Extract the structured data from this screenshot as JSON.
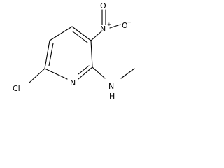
{
  "molecule": {
    "atoms": {
      "chlorine": "Cl",
      "ring_nitrogen": "N",
      "amine_nitrogen": "N",
      "amine_hydrogen": "H",
      "nitro_nitrogen": "N",
      "nitro_nitrogen_charge": "+",
      "nitro_oxygen_top": "O",
      "nitro_oxygen_right": "O",
      "nitro_oxygen_charge": "−"
    }
  }
}
